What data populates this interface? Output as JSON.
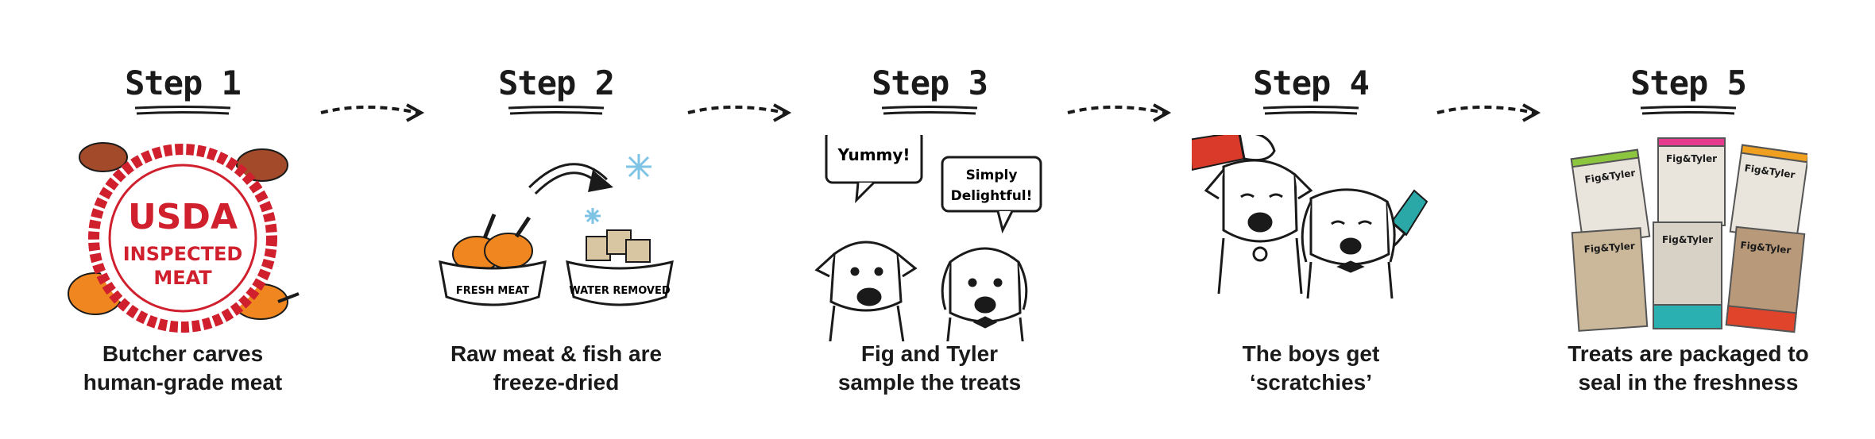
{
  "steps": [
    {
      "title": "Step 1",
      "caption_line1": "Butcher carves",
      "caption_line2": "human-grade meat",
      "art": {
        "stamp_line1": "USDA",
        "stamp_line2": "INSPECTED",
        "stamp_line3": "MEAT"
      }
    },
    {
      "title": "Step 2",
      "caption_line1": "Raw meat & fish are",
      "caption_line2": "freeze-dried",
      "art": {
        "bowl1_label": "FRESH MEAT",
        "bowl2_label": "WATER REMOVED"
      }
    },
    {
      "title": "Step 3",
      "caption_line1": "Fig and Tyler",
      "caption_line2": "sample the treats",
      "art": {
        "bubble1": "Yummy!",
        "bubble2_line1": "Simply",
        "bubble2_line2": "Delightful!"
      }
    },
    {
      "title": "Step 4",
      "caption_line1": "The boys get",
      "caption_line2": "‘scratchies’"
    },
    {
      "title": "Step 5",
      "caption_line1": "Treats are packaged to",
      "caption_line2": "seal in the freshness",
      "art": {
        "package_brand": "Fig&Tyler"
      }
    }
  ],
  "colors": {
    "stamp_red": "#d0202e",
    "meat_orange": "#f0861f",
    "liver_brown": "#a34a2a",
    "snow_blue": "#7fc4e4",
    "hand_red": "#d93a2a",
    "hand_teal": "#2aa8a8"
  }
}
